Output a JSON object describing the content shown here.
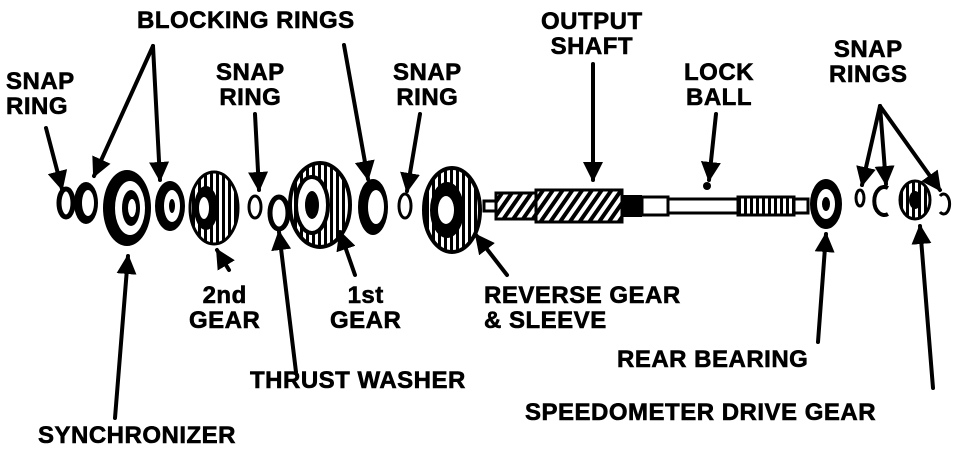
{
  "diagram": {
    "labels": {
      "snap_ring_left": [
        "SNAP",
        "RING"
      ],
      "blocking_rings": [
        "BLOCKING RINGS"
      ],
      "snap_ring_mid1": [
        "SNAP",
        "RING"
      ],
      "snap_ring_mid2": [
        "SNAP",
        "RING"
      ],
      "output_shaft": [
        "OUTPUT",
        "SHAFT"
      ],
      "lock_ball": [
        "LOCK",
        "BALL"
      ],
      "snap_rings_right": [
        "SNAP",
        "RINGS"
      ],
      "second_gear": [
        "2nd",
        "GEAR"
      ],
      "first_gear": [
        "1st",
        "GEAR"
      ],
      "reverse_gear": [
        "REVERSE GEAR",
        "& SLEEVE"
      ],
      "thrust_washer": [
        "THRUST WASHER"
      ],
      "rear_bearing": [
        "REAR BEARING"
      ],
      "speedometer_gear": [
        "SPEEDOMETER DRIVE GEAR"
      ],
      "synchronizer": [
        "SYNCHRONIZER"
      ]
    }
  }
}
